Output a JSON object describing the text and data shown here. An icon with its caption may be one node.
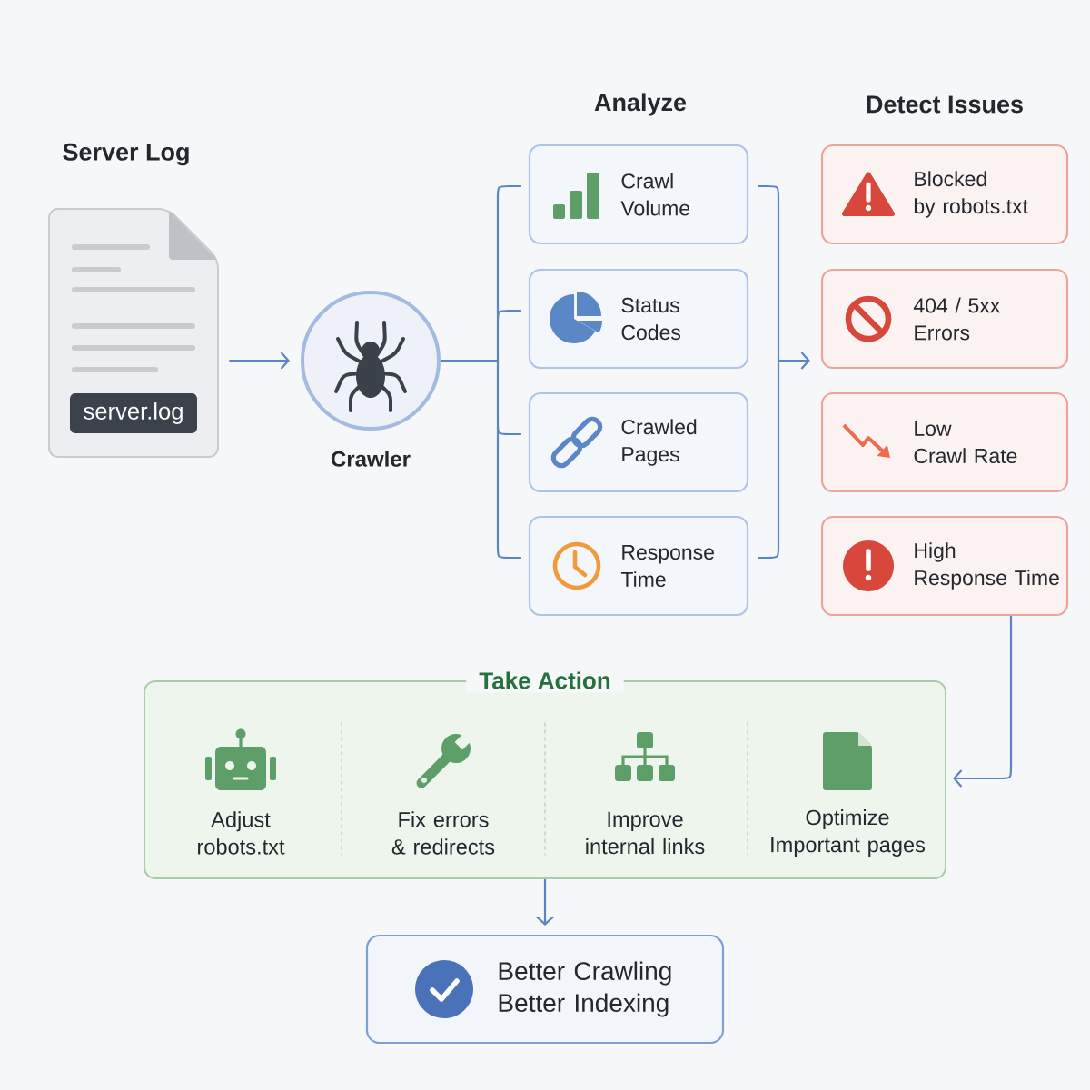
{
  "diagram": {
    "nodes": [
      {
        "text": [
          "Server Log",
          "server.log"
        ]
      },
      {
        "text": [],
        "shape": "circle",
        "beside": [
          "Crawler"
        ]
      },
      {
        "text": [
          "Crawl Volume"
        ]
      },
      {
        "text": [
          "Status Codes"
        ]
      },
      {
        "text": [
          "Crawled Pages"
        ]
      },
      {
        "text": [
          "Response Time"
        ]
      },
      {
        "text": [
          "Blocked by robots.txt"
        ]
      },
      {
        "text": [
          "404 / 5xx Errors"
        ]
      },
      {
        "text": [
          "Low Crawl Rate"
        ]
      },
      {
        "text": [
          "High Response Time"
        ]
      },
      {
        "text": [
          "Take Action"
        ]
      },
      {
        "text": [
          "Adjust robots.txt"
        ],
        "in": 10
      },
      {
        "text": [
          "Fix errors & redirects"
        ],
        "in": 10
      },
      {
        "text": [
          "Improve internal links"
        ],
        "in": 10
      },
      {
        "text": [
          "Optimize Important pages"
        ],
        "in": 10
      },
      {
        "text": [
          "Better Crawling Better Indexing"
        ]
      }
    ],
    "edges": [
      {
        "from": 0,
        "to": 1,
        "arrow": "to"
      },
      {
        "from": 1,
        "to": 2,
        "arrow": "none"
      },
      {
        "from": 1,
        "to": 3,
        "arrow": "none"
      },
      {
        "from": 1,
        "to": 4,
        "arrow": "none"
      },
      {
        "from": 1,
        "to": 5,
        "arrow": "none"
      },
      {
        "from": 2,
        "to": 7,
        "arrow": "to"
      },
      {
        "from": 5,
        "to": 7,
        "arrow": "to"
      },
      {
        "from": 9,
        "to": 10,
        "arrow": "to"
      },
      {
        "from": 10,
        "to": 15,
        "arrow": "to"
      }
    ],
    "labels": [
      "Analyze",
      "Detect Issues"
    ]
  }
}
